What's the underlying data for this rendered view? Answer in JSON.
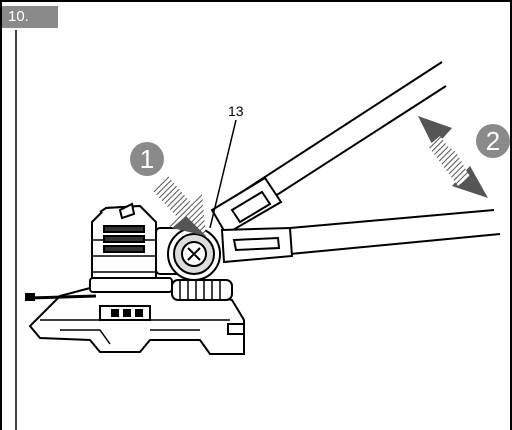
{
  "step": {
    "label": "10."
  },
  "callout": {
    "part_number": "13"
  },
  "markers": [
    {
      "number": "1"
    },
    {
      "number": "2"
    }
  ],
  "colors": {
    "badge": "#8a8a8a",
    "marker": "#8a8a8a",
    "line": "#000000",
    "hatch": "#555555"
  },
  "icons": {
    "arrow_1": "diagonal-down-right-arrow-icon",
    "arrow_2": "double-headed-arrow-icon"
  }
}
